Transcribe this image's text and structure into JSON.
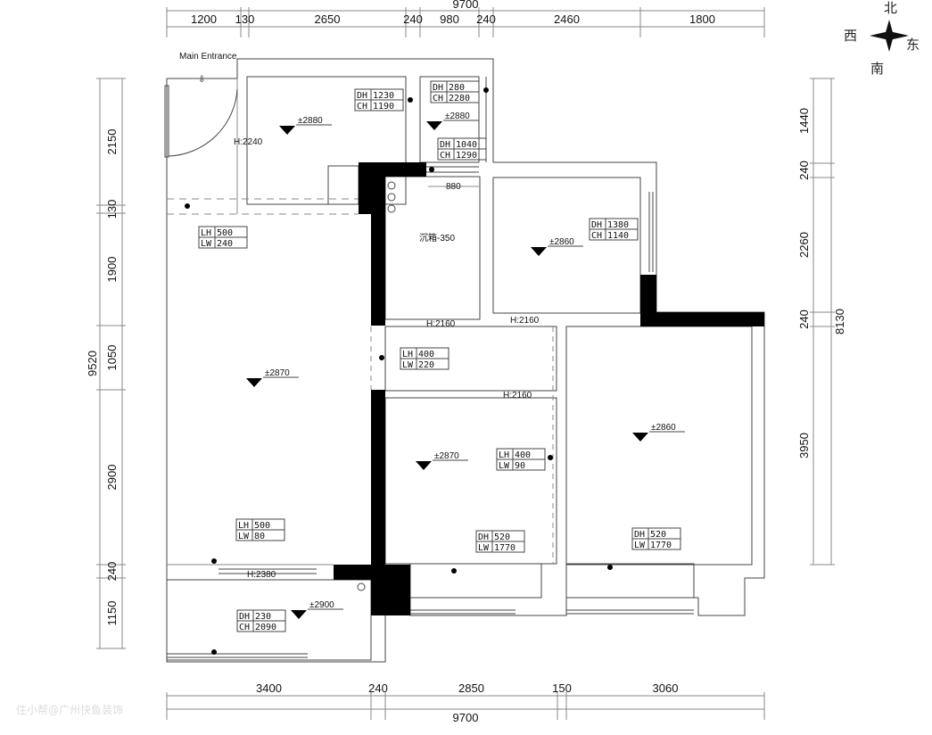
{
  "plan": {
    "entrance_label": "Main Entrance",
    "sunken_label": "沉箱-350",
    "span_880": "880",
    "watermark": "住小帮@广州快鱼装饰"
  },
  "compass": {
    "north": "北",
    "south": "南",
    "west": "西",
    "east": "东"
  },
  "dims": {
    "top_total": "9700",
    "top": [
      "1200",
      "130",
      "2650",
      "240",
      "980",
      "240",
      "2460",
      "1800"
    ],
    "bottom_total": "9700",
    "bottom": [
      "3400",
      "240",
      "2850",
      "150",
      "3060"
    ],
    "left_total": "9520",
    "left": [
      "2150",
      "130",
      "1900",
      "1050",
      "2900",
      "240",
      "1150"
    ],
    "right_total": "8130",
    "right": [
      "1440",
      "240",
      "2260",
      "240",
      "3950"
    ]
  },
  "elevations": [
    "±2880",
    "±2880",
    "±2860",
    "±2870",
    "±2870",
    "±2860",
    "±2900"
  ],
  "heights": [
    "H:2240",
    "H:2160",
    "H:2160",
    "H:2160",
    "H:2380"
  ],
  "tags": [
    {
      "k1": "DH",
      "v1": "1230",
      "k2": "CH",
      "v2": "1190"
    },
    {
      "k1": "DH",
      "v1": "280",
      "k2": "CH",
      "v2": "2280"
    },
    {
      "k1": "DH",
      "v1": "1040",
      "k2": "CH",
      "v2": "1290"
    },
    {
      "k1": "LH",
      "v1": "500",
      "k2": "LW",
      "v2": "240"
    },
    {
      "k1": "DH",
      "v1": "1380",
      "k2": "CH",
      "v2": "1140"
    },
    {
      "k1": "LH",
      "v1": "400",
      "k2": "LW",
      "v2": "220"
    },
    {
      "k1": "LH",
      "v1": "400",
      "k2": "LW",
      "v2": "90"
    },
    {
      "k1": "LH",
      "v1": "500",
      "k2": "LW",
      "v2": "80"
    },
    {
      "k1": "DH",
      "v1": "520",
      "k2": "LW",
      "v2": "1770"
    },
    {
      "k1": "DH",
      "v1": "520",
      "k2": "LW",
      "v2": "1770"
    },
    {
      "k1": "DH",
      "v1": "230",
      "k2": "CH",
      "v2": "2090"
    }
  ]
}
